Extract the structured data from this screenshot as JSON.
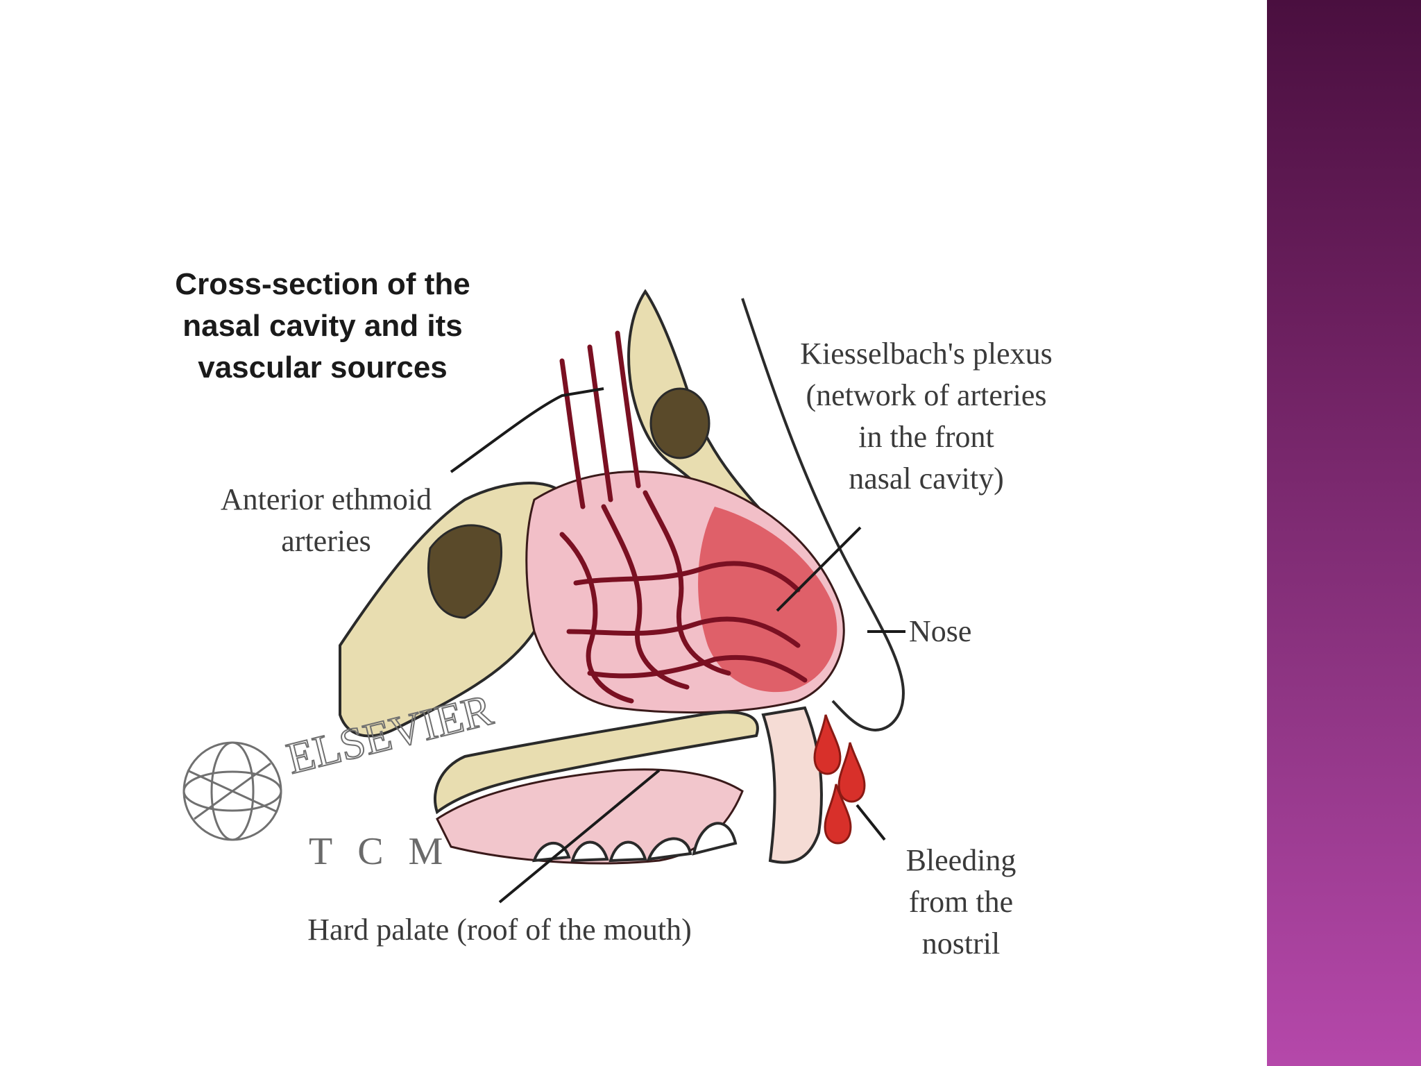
{
  "figure": {
    "title": "Cross-section of the\nnasal cavity and its\nvascular sources",
    "labels": {
      "ethmoid": "Anterior ethmoid\narteries",
      "kiesselbach": "Kiesselbach's plexus\n(network of arteries\nin the front\nnasal cavity)",
      "nose": "Nose",
      "bleeding": "Bleeding\nfrom the\nnostril",
      "palate": "Hard palate (roof of the mouth)"
    },
    "watermark": {
      "brand": "ELSEVIER",
      "sub": "TCM"
    }
  },
  "colors": {
    "sidebar_top": "#4a0f3f",
    "sidebar_bottom": "#b548aa",
    "bone": "#e8ddb0",
    "artery": "#7a1022",
    "blood": "#d8302a",
    "mucosa": "#f2bfc8"
  }
}
